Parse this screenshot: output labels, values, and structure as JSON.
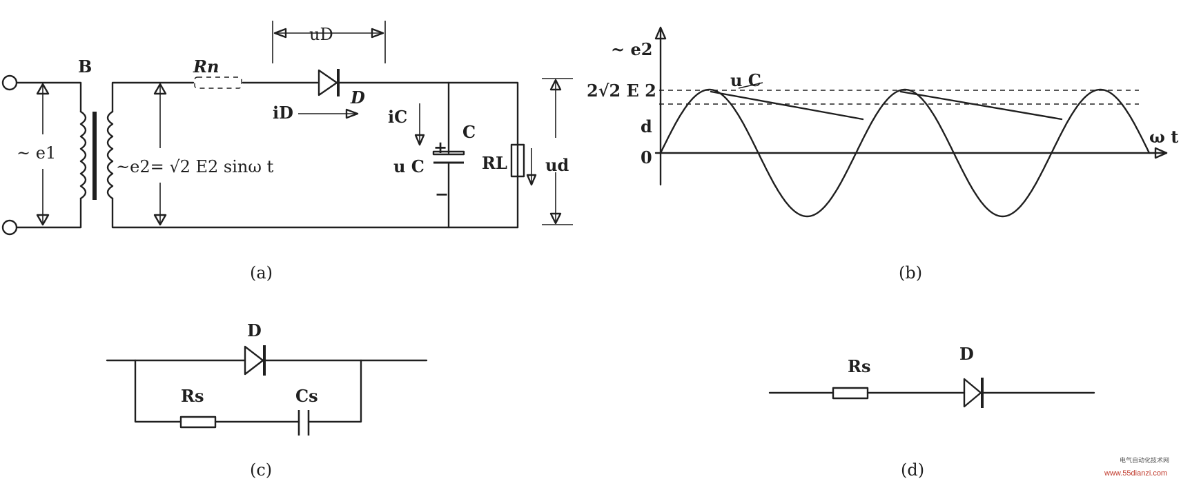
{
  "panels": {
    "a": {
      "caption": "(a)",
      "label_B": "B",
      "label_e1": "~ e1",
      "label_e2_formula": "~e2= √2 E2 sinω t",
      "label_Rn": "Rn",
      "label_uD": "uD",
      "label_D": "D",
      "label_iD": "iD",
      "label_iC": "iC",
      "label_C": "C",
      "label_uC": "u C",
      "label_plus": "+",
      "label_minus": "−",
      "label_RL": "RL",
      "label_ud": "ud"
    },
    "b": {
      "caption": "(b)",
      "label_e2": "~ e2",
      "label_peak": "2√2 E 2",
      "label_d": "d",
      "label_zero": "0",
      "label_uC": "u C",
      "label_wt": "ω t"
    },
    "c": {
      "caption": "(c)",
      "label_D": "D",
      "label_Rs": "Rs",
      "label_Cs": "Cs"
    },
    "d": {
      "caption": "(d)",
      "label_Rs": "Rs",
      "label_D": "D"
    }
  },
  "watermark": {
    "cn": "电气自动化技术网",
    "url": "www.55dianzi.com"
  }
}
